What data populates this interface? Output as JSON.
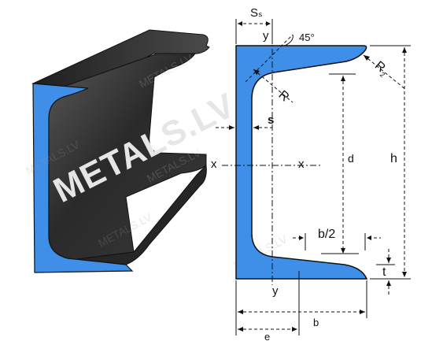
{
  "logo": {
    "brand_text": "METALS.LV"
  },
  "watermarks": [
    "METALS.LV",
    "METALS.LV",
    "METALS.LV",
    "METALS.LV",
    "METALS.LV"
  ],
  "labels": {
    "ss": "Sₛ",
    "angle": "45°",
    "y_top": "y",
    "r1": "R",
    "r2": "R",
    "r2_sub": "2",
    "s": "s",
    "x_left": "x",
    "x_right": "x",
    "d": "d",
    "h": "h",
    "b_half": "b/2",
    "t": "t",
    "y_bottom": "y",
    "b": "b",
    "e": "e"
  },
  "colors": {
    "profile_blue": "#3f8ee8",
    "profile_outline": "#1a1a1a",
    "steel_dark": "#2b2b2b",
    "steel_light": "#6e6e6e"
  }
}
